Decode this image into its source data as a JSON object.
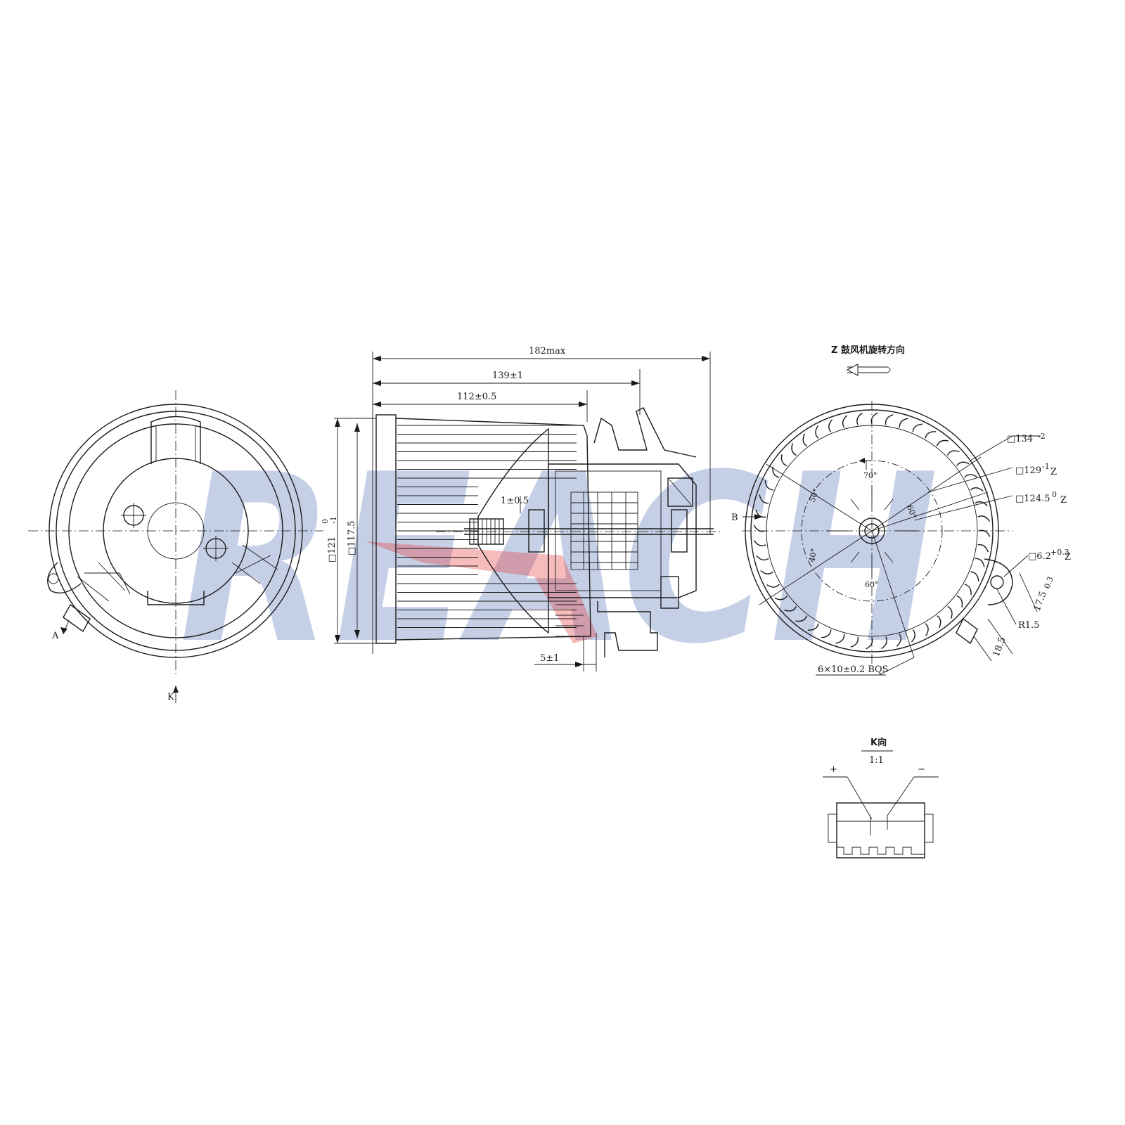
{
  "watermark": {
    "text": "REACH",
    "color": "#2f56a8",
    "accent": "#e53b3b"
  },
  "side_view": {
    "overall_length": "182max",
    "length_139": "139±1",
    "length_112": "112±0.5",
    "diameter_121": "□121",
    "diameter_121_tol_upper": "0",
    "diameter_121_tol_lower": "-1",
    "diameter_117": "□117.5",
    "gap": "1±0.5",
    "offset": "5±1"
  },
  "front_view": {
    "label_a": "A",
    "label_k": "K"
  },
  "rear_view": {
    "rotation_note": "Z 鼓风机旋转方向",
    "label_b": "B",
    "dia_134": "□134",
    "dia_134_tol": "-2",
    "dia_129": "□129",
    "dia_129_tol": "-1",
    "dia_129_z": "Z",
    "dia_124": "□124.5",
    "dia_124_tol": "0",
    "dia_124_z": "Z",
    "hole_62": "□6.2",
    "hole_62_tol": "+0.3",
    "hole_62_z": "Z",
    "dim_175": "17.5",
    "dim_175_tol": "0.3",
    "radius": "R1.5",
    "dim_185": "18.5",
    "screws": "6×10±0.2 BQS",
    "angle_70": "70°",
    "angle_50": "50°",
    "angle_60a": "60°",
    "angle_60b": "60°",
    "angle_40": "40°"
  },
  "k_view": {
    "title": "K向",
    "scale": "1:1",
    "plus": "+",
    "minus": "−"
  }
}
